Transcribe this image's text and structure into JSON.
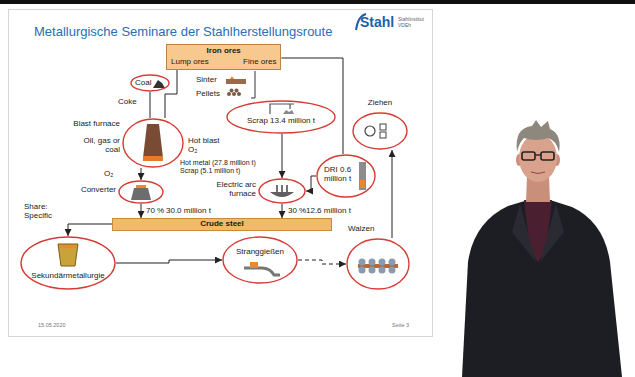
{
  "diagram": {
    "title": "Metallurgische Seminare der Stahlherstellungsroute",
    "nodes": [
      {
        "text": [
          "Iron ores",
          "Lump ores",
          "Fine ores"
        ]
      },
      {
        "text": [
          "Coal"
        ]
      },
      {
        "text": [
          "Scrap 13.4 million t"
        ]
      },
      {
        "text": [
          "Blast furnace"
        ]
      },
      {
        "text": [
          "DRI 0.6 million t"
        ]
      },
      {
        "text": [
          "Converter"
        ]
      },
      {
        "text": [
          "Electric arc furnace"
        ]
      },
      {
        "text": [
          "Crude steel"
        ]
      },
      {
        "text": [
          "Ziehen"
        ]
      },
      {
        "text": [
          "Sekundärmetallurgie"
        ]
      },
      {
        "text": [
          "Stranggießen"
        ]
      },
      {
        "text": [
          "Walzen"
        ]
      }
    ],
    "edges": [
      {
        "from": 0,
        "to": 3,
        "arrow": "none"
      },
      {
        "from": 1,
        "to": 3,
        "arrow": "none"
      },
      {
        "from": 0,
        "to": 4,
        "arrow": "none"
      },
      {
        "from": 3,
        "to": 5,
        "arrow": "to"
      },
      {
        "from": 2,
        "to": 6,
        "arrow": "to"
      },
      {
        "from": 4,
        "to": 6,
        "arrow": "to"
      },
      {
        "from": 5,
        "to": 7,
        "arrow": "to"
      },
      {
        "from": 6,
        "to": 7,
        "arrow": "to"
      },
      {
        "from": 7,
        "to": 9,
        "arrow": "to"
      },
      {
        "from": 9,
        "to": 10,
        "arrow": "to"
      },
      {
        "from": 10,
        "to": 11,
        "arrow": "to"
      },
      {
        "from": 11,
        "to": 8,
        "arrow": "to"
      }
    ],
    "labels": [
      "Sinter",
      "Pellets",
      "Coke",
      "Oil, gas or coal",
      "Hot blast",
      "O₂",
      "Hot metal (27.8 million t)",
      "Scrap (5.1 million t)",
      "O₂",
      "Share:",
      "70 %",
      "30.0 million t",
      "30 %",
      "12.6 million t",
      "Specific",
      "15.05.2020",
      "Seite 3",
      "Stahl",
      "Stahlinstitut VDEh"
    ]
  }
}
